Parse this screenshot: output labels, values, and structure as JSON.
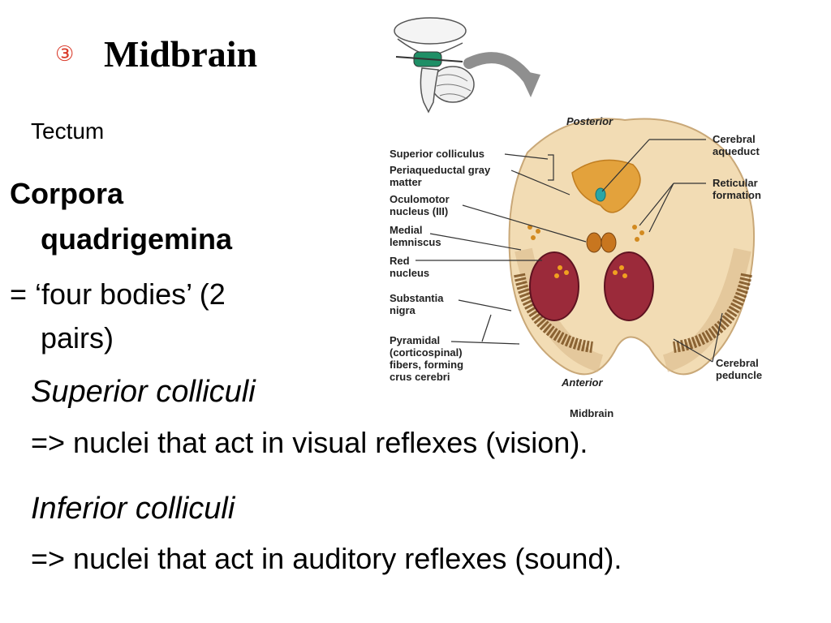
{
  "slide": {
    "bullet_glyph": "③",
    "title": "Midbrain",
    "tectum": "Tectum",
    "corpora_line1": "Corpora",
    "corpora_line2": "quadrigemina",
    "four_line1": "= ‘four bodies’ (2",
    "four_line2": "pairs)",
    "superior_heading": "Superior colliculi",
    "superior_desc": "=> nuclei that act in visual reflexes (vision).",
    "inferior_heading": "Inferior colliculi",
    "inferior_desc": "=> nuclei that act in auditory reflexes (sound)."
  },
  "diagram": {
    "posterior": "Posterior",
    "anterior": "Anterior",
    "caption": "Midbrain",
    "labels_left": [
      [
        "Superior colliculus"
      ],
      [
        "Periaqueductal gray",
        "matter"
      ],
      [
        "Oculomotor",
        "nucleus (III)"
      ],
      [
        "Medial",
        "lemniscus"
      ],
      [
        "Red",
        "nucleus"
      ],
      [
        "Substantia",
        "nigra"
      ],
      [
        "Pyramidal",
        "(corticospinal)",
        "fibers, forming",
        "crus cerebri"
      ]
    ],
    "labels_right": [
      [
        "Cerebral",
        "aqueduct"
      ],
      [
        "Reticular",
        "formation"
      ],
      [
        "Cerebral",
        "peduncle"
      ]
    ]
  },
  "colors": {
    "bullet": "#d93b2b",
    "tissue": "#f2dcb4",
    "gray_matter": "#e3a23c",
    "red_nucleus": "#9b2a3a",
    "substantia_nigra": "#7a5020",
    "aqueduct": "#2aa6a6",
    "highlight": "#1f8f66"
  }
}
